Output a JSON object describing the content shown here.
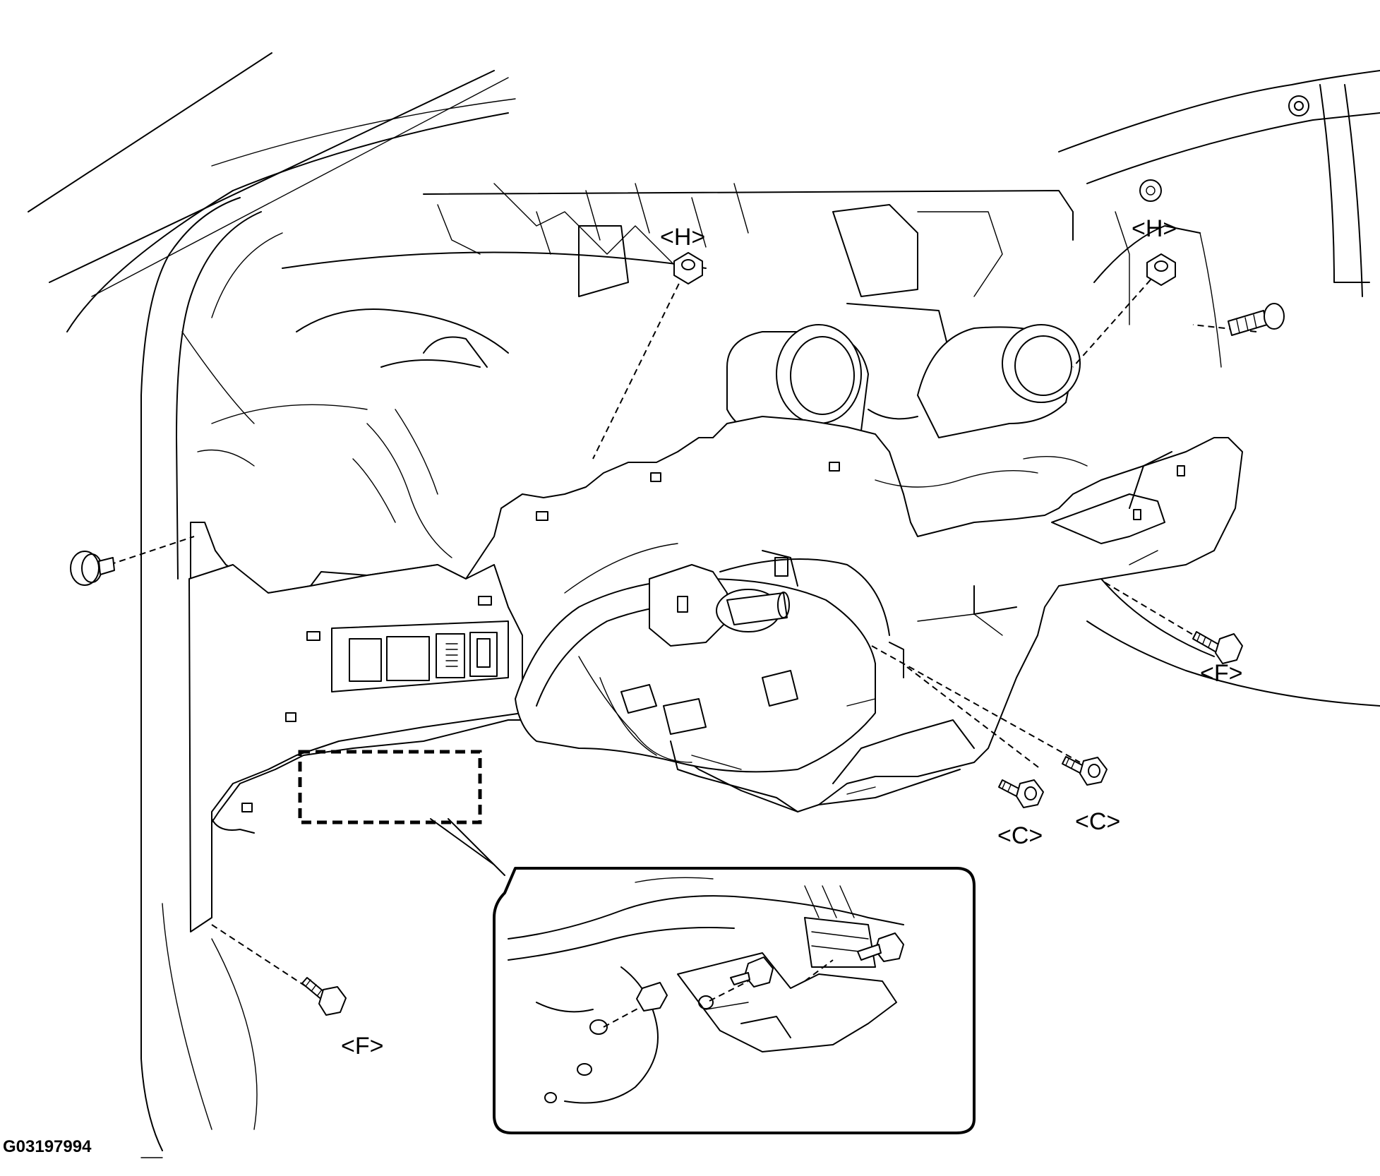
{
  "callouts": {
    "h_center": "<H>",
    "h_right": "<H>",
    "f_right": "<F>",
    "f_bottom": "<F>",
    "c_left": "<C>",
    "c_right": "<C>"
  },
  "figure_id": "G03197994"
}
